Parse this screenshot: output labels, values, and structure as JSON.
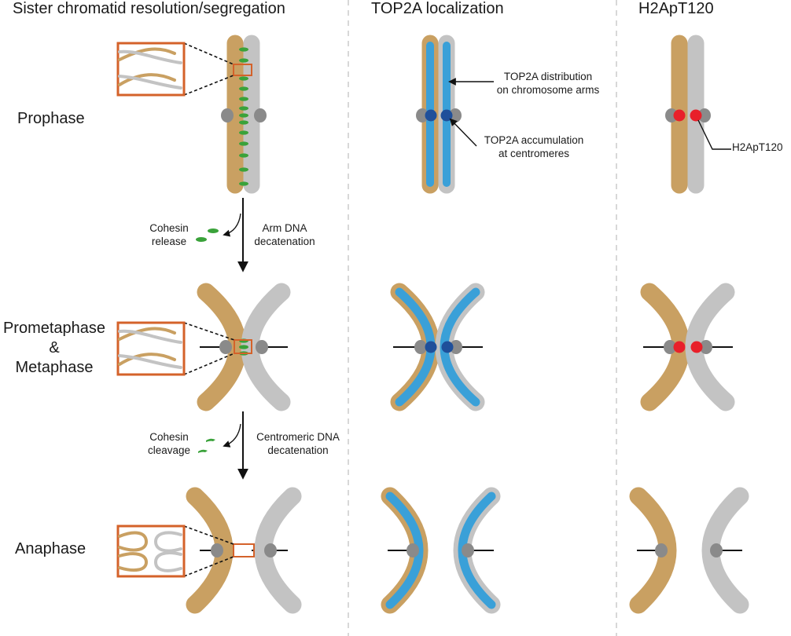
{
  "columns": {
    "col1": "Sister chromatid resolution/segregation",
    "col2": "TOP2A localization",
    "col3": "H2ApT120"
  },
  "phases": {
    "prophase": "Prophase",
    "prometa_line1": "Prometaphase",
    "prometa_line2": "&",
    "prometa_line3": "Metaphase",
    "anaphase": "Anaphase"
  },
  "annotations": {
    "cohesin_release_1": "Cohesin",
    "cohesin_release_2": "release",
    "arm_decat_1": "Arm DNA",
    "arm_decat_2": "decatenation",
    "cohesin_cleavage_1": "Cohesin",
    "cohesin_cleavage_2": "cleavage",
    "centro_decat_1": "Centromeric DNA",
    "centro_decat_2": "decatenation",
    "top2a_dist_1": "TOP2A distribution",
    "top2a_dist_2": "on chromosome arms",
    "top2a_acc_1": "TOP2A accumulation",
    "top2a_acc_2": "at centromeres",
    "h2a_label": "H2ApT120"
  },
  "colors": {
    "chromatid_tan": "#c9a062",
    "chromatid_grey": "#c3c3c3",
    "centromere_grey": "#8a8a8a",
    "cohesin_green": "#3aa23a",
    "top2a_blue": "#3aa0d8",
    "top2a_dark": "#1f4f9a",
    "h2a_red": "#e8202a",
    "inset_orange": "#d4622a",
    "divider": "#c8c8c8"
  }
}
